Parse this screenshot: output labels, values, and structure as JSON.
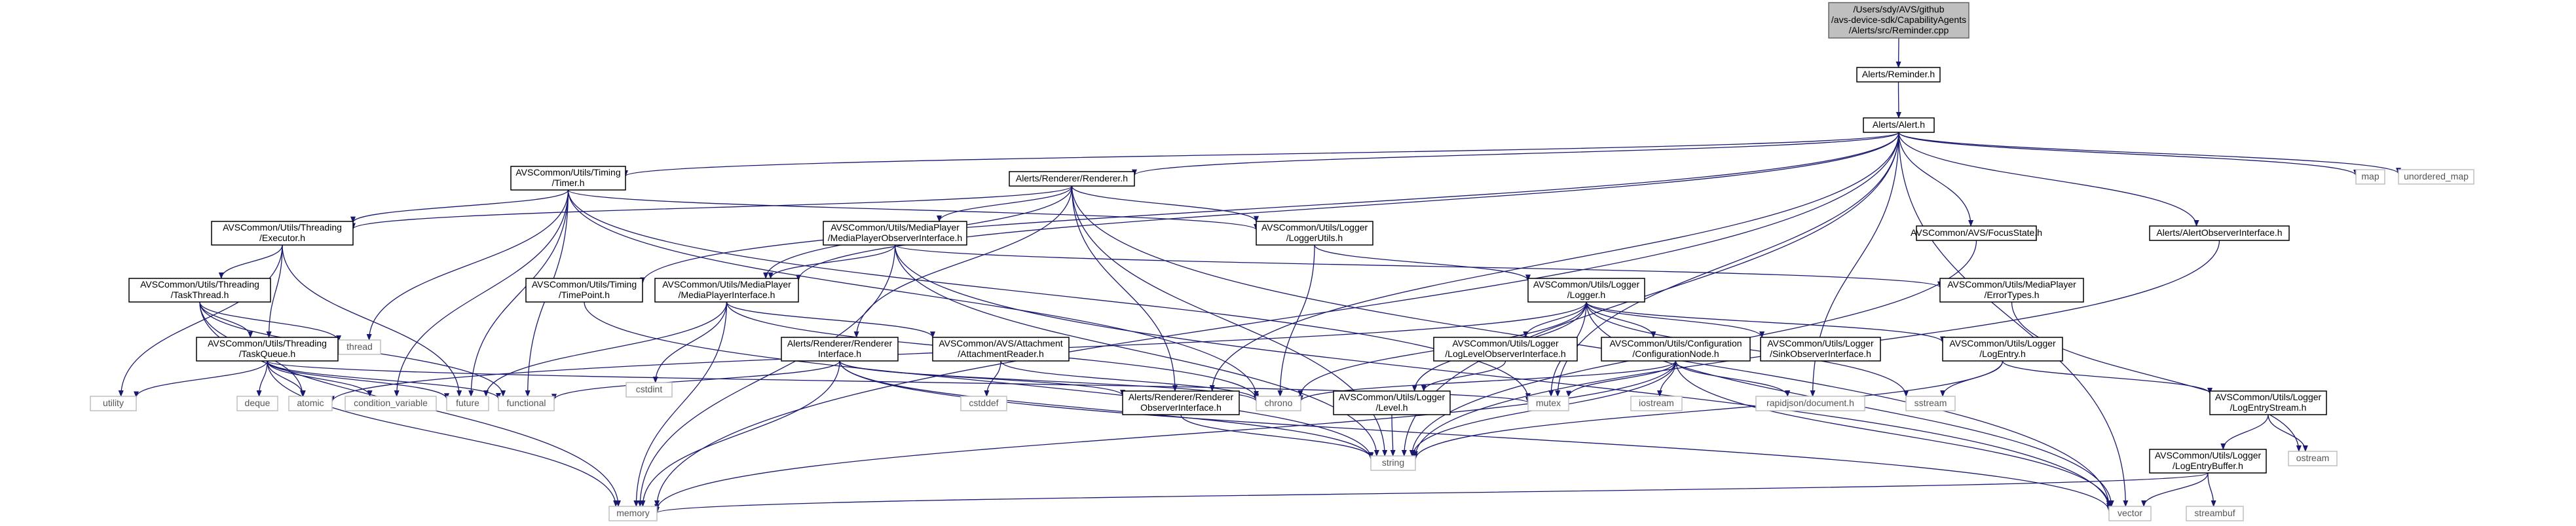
{
  "diagram": {
    "type": "include-dependency-graph",
    "edge_color": "#191970",
    "root_fill": "#bfbfbf",
    "nodes": [
      {
        "id": "reminder_cpp",
        "kind": "root",
        "lines": [
          "/Users/sdy/AVS/github",
          "/avs-device-sdk/CapabilityAgents",
          "/Alerts/src/Reminder.cpp"
        ]
      },
      {
        "id": "reminder_h",
        "kind": "header",
        "lines": [
          "Alerts/Reminder.h"
        ]
      },
      {
        "id": "alert_h",
        "kind": "header",
        "lines": [
          "Alerts/Alert.h"
        ]
      },
      {
        "id": "timer_h",
        "kind": "header",
        "lines": [
          "AVSCommon/Utils/Timing",
          "/Timer.h"
        ]
      },
      {
        "id": "renderer_h",
        "kind": "header",
        "lines": [
          "Alerts/Renderer/Renderer.h"
        ]
      },
      {
        "id": "executor_h",
        "kind": "header",
        "lines": [
          "AVSCommon/Utils/Threading",
          "/Executor.h"
        ]
      },
      {
        "id": "mpobserver_h",
        "kind": "header",
        "lines": [
          "AVSCommon/Utils/MediaPlayer",
          "/MediaPlayerObserverInterface.h"
        ]
      },
      {
        "id": "loggerutils_h",
        "kind": "header",
        "lines": [
          "AVSCommon/Utils/Logger",
          "/LoggerUtils.h"
        ]
      },
      {
        "id": "focusstate_h",
        "kind": "header",
        "lines": [
          "AVSCommon/AVS/FocusState.h"
        ]
      },
      {
        "id": "alertobserver_h",
        "kind": "header",
        "lines": [
          "Alerts/AlertObserverInterface.h"
        ]
      },
      {
        "id": "map",
        "kind": "system",
        "lines": [
          "map"
        ]
      },
      {
        "id": "unordered_map",
        "kind": "system",
        "lines": [
          "unordered_map"
        ]
      },
      {
        "id": "taskthread_h",
        "kind": "header",
        "lines": [
          "AVSCommon/Utils/Threading",
          "/TaskThread.h"
        ]
      },
      {
        "id": "timepoint_h",
        "kind": "header",
        "lines": [
          "AVSCommon/Utils/Timing",
          "/TimePoint.h"
        ]
      },
      {
        "id": "mpinterface_h",
        "kind": "header",
        "lines": [
          "AVSCommon/Utils/MediaPlayer",
          "/MediaPlayerInterface.h"
        ]
      },
      {
        "id": "logger_h",
        "kind": "header",
        "lines": [
          "AVSCommon/Utils/Logger",
          "/Logger.h"
        ]
      },
      {
        "id": "errortypes_h",
        "kind": "header",
        "lines": [
          "AVSCommon/Utils/MediaPlayer",
          "/ErrorTypes.h"
        ]
      },
      {
        "id": "thread",
        "kind": "system",
        "lines": [
          "thread"
        ]
      },
      {
        "id": "taskqueue_h",
        "kind": "header",
        "lines": [
          "AVSCommon/Utils/Threading",
          "/TaskQueue.h"
        ]
      },
      {
        "id": "rendererinterface_h",
        "kind": "header",
        "lines": [
          "Alerts/Renderer/Renderer",
          "Interface.h"
        ]
      },
      {
        "id": "attachmentreader_h",
        "kind": "header",
        "lines": [
          "AVSCommon/AVS/Attachment",
          "/AttachmentReader.h"
        ]
      },
      {
        "id": "cstdint",
        "kind": "system",
        "lines": [
          "cstdint"
        ]
      },
      {
        "id": "levelobserver_h",
        "kind": "header",
        "lines": [
          "AVSCommon/Utils/Logger",
          "/LogLevelObserverInterface.h"
        ]
      },
      {
        "id": "confignode_h",
        "kind": "header",
        "lines": [
          "AVSCommon/Utils/Configuration",
          "/ConfigurationNode.h"
        ]
      },
      {
        "id": "sinkobserver_h",
        "kind": "header",
        "lines": [
          "AVSCommon/Utils/Logger",
          "/SinkObserverInterface.h"
        ]
      },
      {
        "id": "logentry_h",
        "kind": "header",
        "lines": [
          "AVSCommon/Utils/Logger",
          "/LogEntry.h"
        ]
      },
      {
        "id": "utility",
        "kind": "system",
        "lines": [
          "utility"
        ]
      },
      {
        "id": "deque",
        "kind": "system",
        "lines": [
          "deque"
        ]
      },
      {
        "id": "atomic",
        "kind": "system",
        "lines": [
          "atomic"
        ]
      },
      {
        "id": "condition_variable",
        "kind": "system",
        "lines": [
          "condition_variable"
        ]
      },
      {
        "id": "future",
        "kind": "system",
        "lines": [
          "future"
        ]
      },
      {
        "id": "functional",
        "kind": "system",
        "lines": [
          "functional"
        ]
      },
      {
        "id": "cstddef",
        "kind": "system",
        "lines": [
          "cstddef"
        ]
      },
      {
        "id": "rendererobserver_h",
        "kind": "header",
        "lines": [
          "Alerts/Renderer/Renderer",
          "ObserverInterface.h"
        ]
      },
      {
        "id": "chrono",
        "kind": "system",
        "lines": [
          "chrono"
        ]
      },
      {
        "id": "level_h",
        "kind": "header",
        "lines": [
          "AVSCommon/Utils/Logger",
          "/Level.h"
        ]
      },
      {
        "id": "mutex",
        "kind": "system",
        "lines": [
          "mutex"
        ]
      },
      {
        "id": "iostream",
        "kind": "system",
        "lines": [
          "iostream"
        ]
      },
      {
        "id": "rapidjson",
        "kind": "system",
        "lines": [
          "rapidjson/document.h"
        ]
      },
      {
        "id": "sstream",
        "kind": "system",
        "lines": [
          "sstream"
        ]
      },
      {
        "id": "logentrystream_h",
        "kind": "header",
        "lines": [
          "AVSCommon/Utils/Logger",
          "/LogEntryStream.h"
        ]
      },
      {
        "id": "string",
        "kind": "system",
        "lines": [
          "string"
        ]
      },
      {
        "id": "ostream",
        "kind": "system",
        "lines": [
          "ostream"
        ]
      },
      {
        "id": "logentrybuffer_h",
        "kind": "header",
        "lines": [
          "AVSCommon/Utils/Logger",
          "/LogEntryBuffer.h"
        ]
      },
      {
        "id": "memory",
        "kind": "system",
        "lines": [
          "memory"
        ]
      },
      {
        "id": "vector",
        "kind": "system",
        "lines": [
          "vector"
        ]
      },
      {
        "id": "streambuf",
        "kind": "system",
        "lines": [
          "streambuf"
        ]
      }
    ],
    "edges": [
      [
        "reminder_cpp",
        "reminder_h"
      ],
      [
        "reminder_h",
        "alert_h"
      ],
      [
        "alert_h",
        "timer_h"
      ],
      [
        "alert_h",
        "renderer_h"
      ],
      [
        "alert_h",
        "focusstate_h"
      ],
      [
        "alert_h",
        "alertobserver_h"
      ],
      [
        "alert_h",
        "map"
      ],
      [
        "alert_h",
        "unordered_map"
      ],
      [
        "alert_h",
        "rendererobserver_h"
      ],
      [
        "alert_h",
        "mutex"
      ],
      [
        "alert_h",
        "rapidjson"
      ],
      [
        "alert_h",
        "string"
      ],
      [
        "alert_h",
        "memory"
      ],
      [
        "alert_h",
        "vector"
      ],
      [
        "alert_h",
        "mpinterface_h"
      ],
      [
        "alert_h",
        "timepoint_h"
      ],
      [
        "timer_h",
        "executor_h"
      ],
      [
        "timer_h",
        "thread"
      ],
      [
        "timer_h",
        "future"
      ],
      [
        "timer_h",
        "functional"
      ],
      [
        "timer_h",
        "condition_variable"
      ],
      [
        "timer_h",
        "chrono"
      ],
      [
        "timer_h",
        "loggerutils_h"
      ],
      [
        "timer_h",
        "mutex"
      ],
      [
        "renderer_h",
        "executor_h"
      ],
      [
        "renderer_h",
        "mpobserver_h"
      ],
      [
        "renderer_h",
        "rendererinterface_h"
      ],
      [
        "renderer_h",
        "rendererobserver_h"
      ],
      [
        "renderer_h",
        "mpinterface_h"
      ],
      [
        "renderer_h",
        "string"
      ],
      [
        "renderer_h",
        "vector"
      ],
      [
        "renderer_h",
        "loggerutils_h"
      ],
      [
        "executor_h",
        "taskthread_h"
      ],
      [
        "executor_h",
        "taskqueue_h"
      ],
      [
        "executor_h",
        "future"
      ],
      [
        "executor_h",
        "utility"
      ],
      [
        "taskthread_h",
        "taskqueue_h"
      ],
      [
        "taskthread_h",
        "thread"
      ],
      [
        "taskthread_h",
        "atomic"
      ],
      [
        "taskthread_h",
        "memory"
      ],
      [
        "taskthread_h",
        "functional"
      ],
      [
        "taskqueue_h",
        "deque"
      ],
      [
        "taskqueue_h",
        "atomic"
      ],
      [
        "taskqueue_h",
        "condition_variable"
      ],
      [
        "taskqueue_h",
        "future"
      ],
      [
        "taskqueue_h",
        "functional"
      ],
      [
        "taskqueue_h",
        "mutex"
      ],
      [
        "taskqueue_h",
        "memory"
      ],
      [
        "taskqueue_h",
        "utility"
      ],
      [
        "mpobserver_h",
        "mpinterface_h"
      ],
      [
        "mpobserver_h",
        "errortypes_h"
      ],
      [
        "mpobserver_h",
        "string"
      ],
      [
        "mpobserver_h",
        "memory"
      ],
      [
        "mpobserver_h",
        "vector"
      ],
      [
        "mpinterface_h",
        "attachmentreader_h"
      ],
      [
        "mpinterface_h",
        "cstdint"
      ],
      [
        "mpinterface_h",
        "future"
      ],
      [
        "mpinterface_h",
        "memory"
      ],
      [
        "mpinterface_h",
        "chrono"
      ],
      [
        "attachmentreader_h",
        "cstddef"
      ],
      [
        "attachmentreader_h",
        "chrono"
      ],
      [
        "rendererinterface_h",
        "rendererobserver_h"
      ],
      [
        "rendererinterface_h",
        "functional"
      ],
      [
        "rendererinterface_h",
        "memory"
      ],
      [
        "rendererinterface_h",
        "string"
      ],
      [
        "rendererinterface_h",
        "vector"
      ],
      [
        "rendererinterface_h",
        "chrono"
      ],
      [
        "rendererobserver_h",
        "string"
      ],
      [
        "timepoint_h",
        "string"
      ],
      [
        "loggerutils_h",
        "logger_h"
      ],
      [
        "loggerutils_h",
        "chrono"
      ],
      [
        "logger_h",
        "levelobserver_h"
      ],
      [
        "logger_h",
        "confignode_h"
      ],
      [
        "logger_h",
        "sinkobserver_h"
      ],
      [
        "logger_h",
        "logentry_h"
      ],
      [
        "logger_h",
        "level_h"
      ],
      [
        "logger_h",
        "atomic"
      ],
      [
        "logger_h",
        "chrono"
      ],
      [
        "logger_h",
        "mutex"
      ],
      [
        "logger_h",
        "sstream"
      ],
      [
        "logger_h",
        "vector"
      ],
      [
        "levelobserver_h",
        "level_h"
      ],
      [
        "level_h",
        "string"
      ],
      [
        "confignode_h",
        "chrono"
      ],
      [
        "confignode_h",
        "iostream"
      ],
      [
        "confignode_h",
        "mutex"
      ],
      [
        "confignode_h",
        "rapidjson"
      ],
      [
        "confignode_h",
        "string"
      ],
      [
        "confignode_h",
        "memory"
      ],
      [
        "confignode_h",
        "vector"
      ],
      [
        "logentry_h",
        "logentrystream_h"
      ],
      [
        "logentry_h",
        "sstream"
      ],
      [
        "logentry_h",
        "string"
      ],
      [
        "logentrystream_h",
        "logentrybuffer_h"
      ],
      [
        "logentrystream_h",
        "ostream"
      ],
      [
        "logentrybuffer_h",
        "memory"
      ],
      [
        "logentrybuffer_h",
        "streambuf"
      ],
      [
        "logentrybuffer_h",
        "vector"
      ],
      [
        "focusstate_h",
        "string"
      ],
      [
        "alertobserver_h",
        "string"
      ],
      [
        "errortypes_h",
        "ostream"
      ]
    ]
  }
}
